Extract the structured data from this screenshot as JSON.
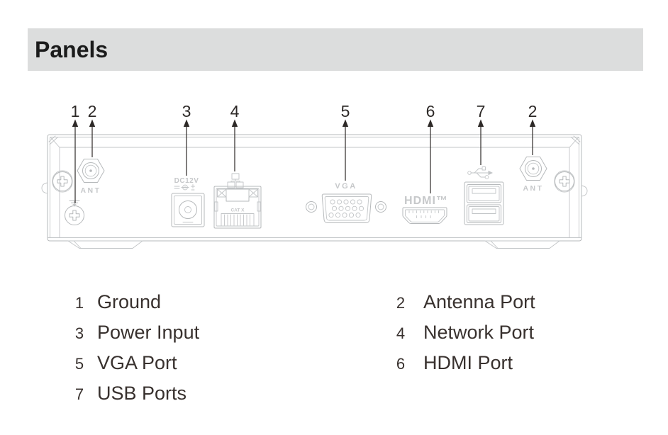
{
  "header": {
    "title": "Panels"
  },
  "colors": {
    "header_bg": "#dcdddd",
    "ink": "#2d2927",
    "diagram_line": "#b6b9bb",
    "port_label": "#c6c8ca"
  },
  "diagram": {
    "callout_numbers": [
      "1",
      "2",
      "3",
      "4",
      "5",
      "6",
      "7",
      "2"
    ],
    "port_labels": {
      "antenna_left": "ANT",
      "power": "DC12V",
      "vga": "VGA",
      "hdmi": "HDMI™",
      "ethernet_tiny": "CAT X",
      "antenna_right": "ANT"
    }
  },
  "legend": {
    "left": [
      {
        "num": "1",
        "label": "Ground"
      },
      {
        "num": "3",
        "label": "Power Input"
      },
      {
        "num": "5",
        "label": "VGA Port"
      },
      {
        "num": "7",
        "label": "USB Ports"
      }
    ],
    "right": [
      {
        "num": "2",
        "label": "Antenna Port"
      },
      {
        "num": "4",
        "label": "Network Port"
      },
      {
        "num": "6",
        "label": "HDMI Port"
      }
    ]
  }
}
